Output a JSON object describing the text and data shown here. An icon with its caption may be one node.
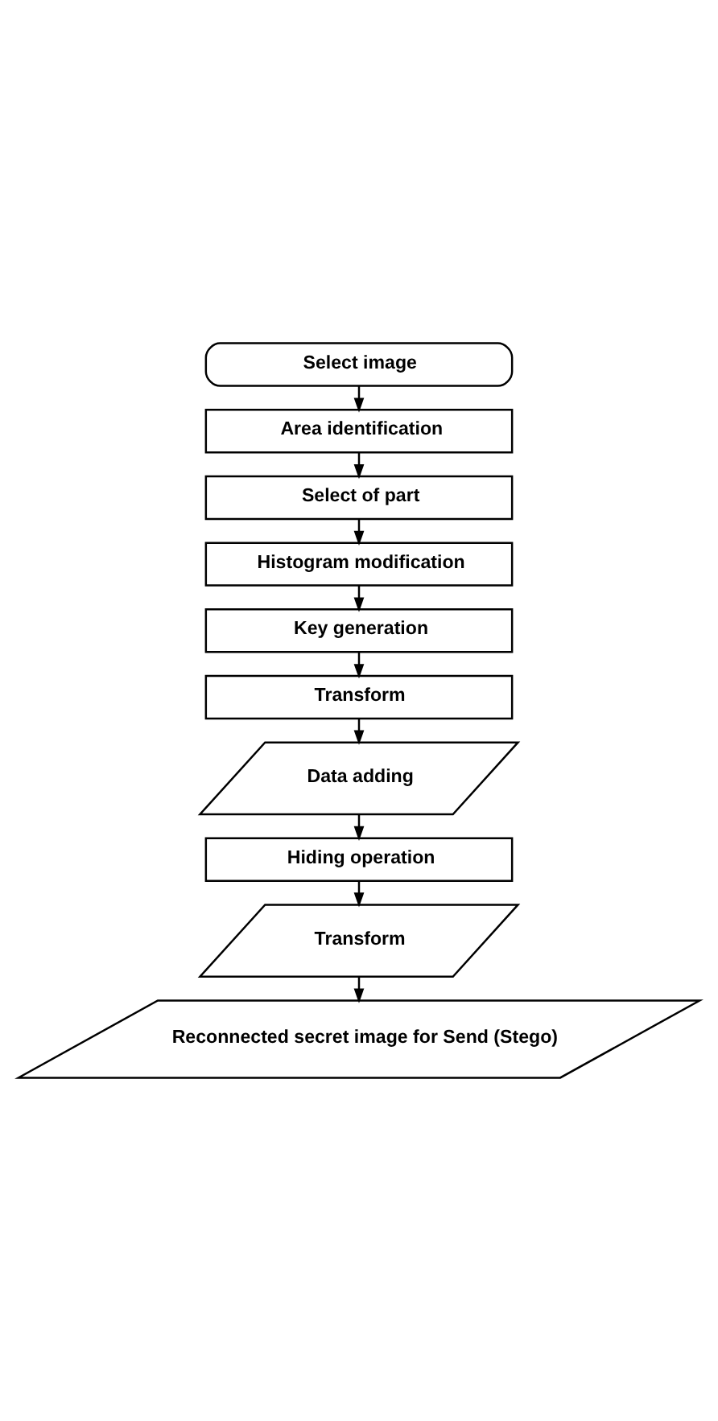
{
  "diagram": {
    "nodes": [
      {
        "text": [
          "Select image"
        ]
      },
      {
        "text": [
          "Area identification"
        ]
      },
      {
        "text": [
          "Select of part"
        ]
      },
      {
        "text": [
          "Histogram modification"
        ]
      },
      {
        "text": [
          "Key generation"
        ]
      },
      {
        "text": [
          "Transform"
        ]
      },
      {
        "text": [
          "Data adding"
        ]
      },
      {
        "text": [
          "Hiding operation"
        ]
      },
      {
        "text": [
          "Transform"
        ]
      },
      {
        "text": [
          "Reconnected secret image for Send (Stego)"
        ]
      }
    ],
    "edges": [
      {
        "from": 0,
        "to": 1,
        "arrow": "to"
      },
      {
        "from": 1,
        "to": 2,
        "arrow": "to"
      },
      {
        "from": 2,
        "to": 3,
        "arrow": "to"
      },
      {
        "from": 3,
        "to": 4,
        "arrow": "to"
      },
      {
        "from": 4,
        "to": 5,
        "arrow": "to"
      },
      {
        "from": 5,
        "to": 6,
        "arrow": "to"
      },
      {
        "from": 6,
        "to": 7,
        "arrow": "to"
      },
      {
        "from": 7,
        "to": 8,
        "arrow": "to"
      },
      {
        "from": 8,
        "to": 9,
        "arrow": "to"
      }
    ]
  }
}
